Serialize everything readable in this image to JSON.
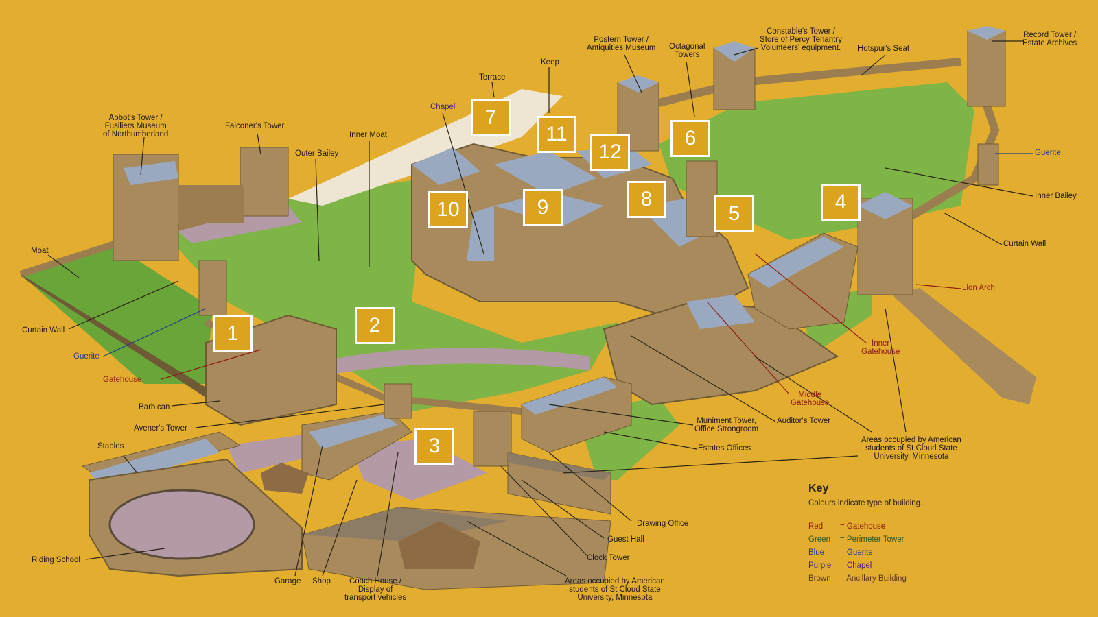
{
  "labels": {
    "abbots_tower": "Abbot's Tower /\nFusiliers Museum\nof Northumberland",
    "falconers_tower": "Falconer's Tower",
    "outer_bailey": "Outer Bailey",
    "inner_moat": "Inner Moat",
    "chapel": "Chapel",
    "terrace": "Terrace",
    "keep": "Keep",
    "postern_tower": "Postern Tower /\nAntiquities Museum",
    "octagonal_towers": "Octagonal\nTowers",
    "constables_tower": "Constable's Tower /\nStore of Percy Tenantry\nVolunteers' equipment.",
    "hotspurs_seat": "Hotspur's Seat",
    "record_tower": "Record Tower /\nEstate Archives",
    "guerite_right": "Guerite",
    "inner_bailey": "Inner Bailey",
    "curtain_wall_right": "Curtain Wall",
    "lion_arch": "Lion Arch",
    "inner_gatehouse": "Inner\nGatehouse",
    "middle_gatehouse": "Middle\nGatehouse",
    "auditors_tower": "Auditor's Tower",
    "muniment_tower": "Muniment Tower,\nOffice Strongroom",
    "estates_offices": "Estates Offices",
    "american_students_right": "Areas occupied by American\nstudents of St Cloud State\nUniversity, Minnesota",
    "moat": "Moat",
    "curtain_wall_left": "Curtain Wall",
    "guerite_left": "Guerite",
    "gatehouse": "Gatehouse",
    "barbican": "Barbican",
    "aveners_tower": "Avener's Tower",
    "stables": "Stables",
    "riding_school": "Riding School",
    "garage": "Garage",
    "shop": "Shop",
    "coach_house": "Coach House /\nDisplay of\ntransport vehicles",
    "american_students_bottom": "Areas occupied by American\nstudents of St Cloud State\nUniversity, Minnesota",
    "clock_tower": "Clock Tower",
    "guest_hall": "Guest Hall",
    "drawing_office": "Drawing Office"
  },
  "badges": [
    "1",
    "2",
    "3",
    "4",
    "5",
    "6",
    "7",
    "8",
    "9",
    "10",
    "11",
    "12"
  ],
  "key": {
    "title": "Key",
    "subtitle": "Colours indicate type of building.",
    "entries": [
      {
        "color": "Red",
        "meaning": "= Gatehouse"
      },
      {
        "color": "Green",
        "meaning": "= Perimeter Tower"
      },
      {
        "color": "Blue",
        "meaning": "= Guerite"
      },
      {
        "color": "Purple",
        "meaning": "= Chapel"
      },
      {
        "color": "Brown",
        "meaning": "= Ancillary Building"
      }
    ]
  },
  "colors": {
    "background": "#e3ad2f",
    "lawn": "#7fb447",
    "stone": "#a88a5c",
    "roof": "#9aa9c0",
    "path": "#b39aa6",
    "badge": "#dca31f"
  }
}
